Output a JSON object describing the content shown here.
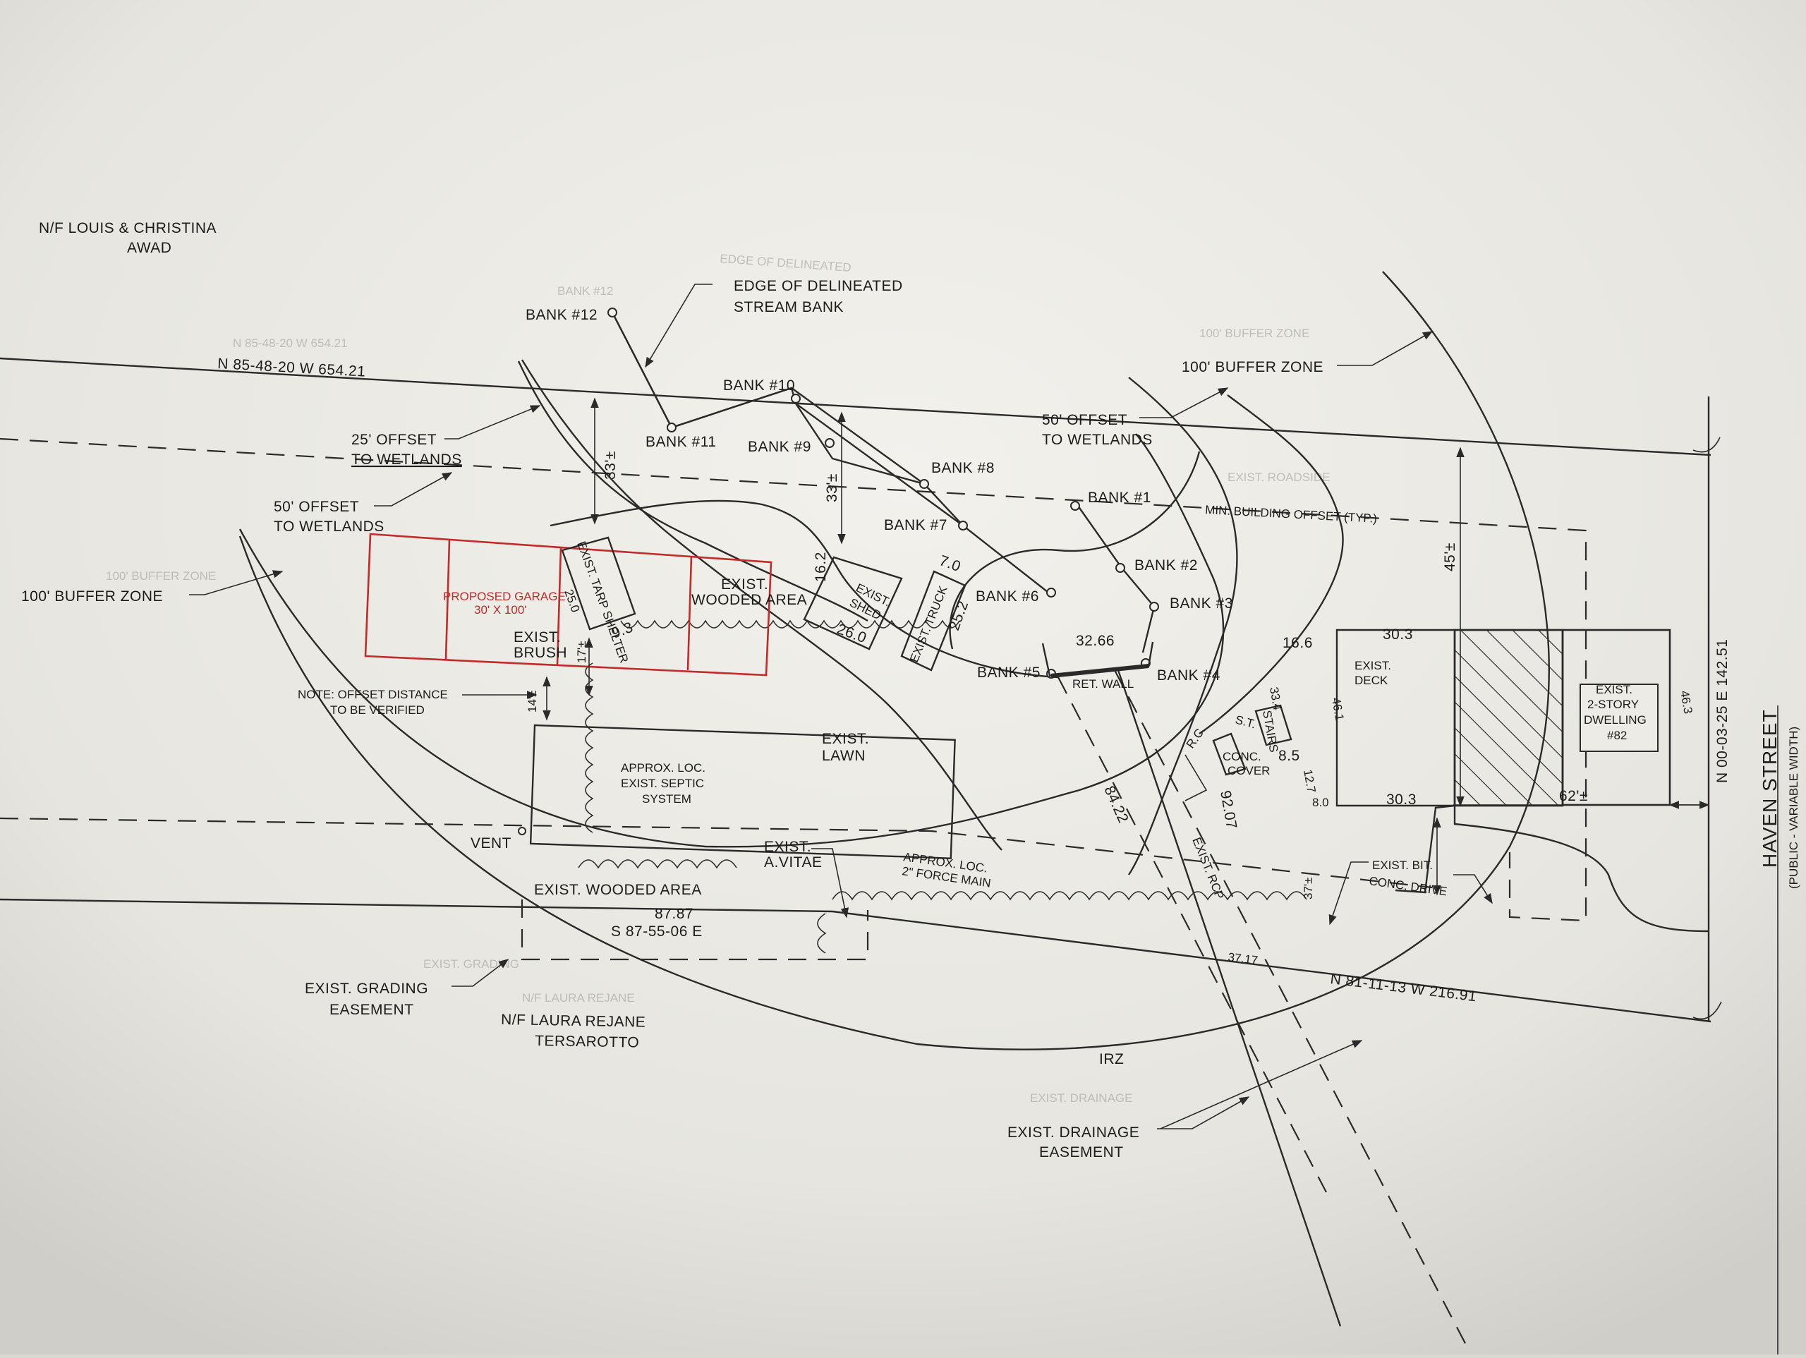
{
  "owners": {
    "north_line1": "N/F LOUIS & CHRISTINA",
    "north_line2": "AWAD",
    "south_line1": "N/F LAURA REJANE",
    "south_line2": "TERSAROTTO"
  },
  "bearings": {
    "north": "N 85-48-20 W   654.21",
    "east": "N 00-03-25 E   142.51",
    "south_lot": "S 87-55-06 E",
    "south_lot_dist": "87.87",
    "south_east": "N 81-11-13 W     216.91",
    "south_east_dist": "37.17"
  },
  "street": {
    "name": "HAVEN STREET",
    "note": "(PUBLIC - VARIABLE WIDTH)"
  },
  "labels": {
    "edge_line1": "EDGE OF DELINEATED",
    "edge_line2": "STREAM BANK",
    "buffer_east": "100' BUFFER ZONE",
    "buffer_west": "100' BUFFER ZONE",
    "offset50_east_1": "50' OFFSET",
    "offset50_east_2": "TO WETLANDS",
    "offset25_1": "25' OFFSET",
    "offset25_2": "TO WETLANDS",
    "offset50_west_1": "50' OFFSET",
    "offset50_west_2": "TO WETLANDS",
    "min_offset": "MIN. BUILDING OFFSET (TYP.)",
    "garage_1": "PROPOSED GARAGE",
    "garage_2": "30' X 100'",
    "tarp": "EXIST. TARP SHELTER",
    "wooded_1": "EXIST.",
    "wooded_2": "WOODED AREA",
    "shed_1": "EXIST.",
    "shed_2": "SHED",
    "truck": "EXIST. TRUCK",
    "brush_1": "EXIST.",
    "brush_2": "BRUSH",
    "note_1": "NOTE: OFFSET DISTANCE",
    "note_2": "TO BE VERIFIED",
    "lawn_1": "EXIST.",
    "lawn_2": "LAWN",
    "septic_1": "APPROX. LOC.",
    "septic_2": "EXIST. SEPTIC",
    "septic_3": "SYSTEM",
    "vent": "VENT",
    "wooded_south": "EXIST. WOODED AREA",
    "vitae_1": "EXIST.",
    "vitae_2": "A.VITAE",
    "force_1": "APPROX. LOC.",
    "force_2": "2\" FORCE MAIN",
    "grading_1": "EXIST. GRADING",
    "grading_2": "EASEMENT",
    "drainage_1": "EXIST. DRAINAGE",
    "drainage_2": "EASEMENT",
    "irz": "IRZ",
    "ret_wall": "RET. WALL",
    "deck_1": "EXIST.",
    "deck_2": "DECK",
    "stairs": "STAIRS",
    "st": "S.T.",
    "conc_1": "CONC.",
    "conc_2": "COVER",
    "rcp": "EXIST. RCP",
    "dwelling_1": "EXIST.",
    "dwelling_2": "2-STORY",
    "dwelling_3": "DWELLING",
    "dwelling_4": "#82",
    "drive_1": "EXIST. BIT.",
    "drive_2": "CONC. DRIVE",
    "rc": "R.C."
  },
  "banks": {
    "b1": "BANK #1",
    "b2": "BANK #2",
    "b3": "BANK #3",
    "b4": "BANK #4",
    "b5": "BANK #5",
    "b6": "BANK #6",
    "b7": "BANK #7",
    "b8": "BANK #8",
    "b9": "BANK #9",
    "b10": "BANK #10",
    "b11": "BANK #11",
    "b12": "BANK #12"
  },
  "dims": {
    "d33a": "33'±",
    "d33b": "33'±",
    "d45": "45'±",
    "d62": "62'±",
    "d16_2": "16.2",
    "d26_0": "26.0",
    "d7_0": "7.0",
    "d25_2": "25.2",
    "d25_0": "25.0",
    "d9_3": "9.3",
    "d17": "17'±",
    "d14": "14'±",
    "d32_66": "32.66",
    "d16_6": "16.6",
    "d33_4": "33.4",
    "d46_1": "46.1",
    "d46_3": "46.3",
    "d30_3a": "30.3",
    "d30_3b": "30.3",
    "d8_5": "8.5",
    "d12_7": "12.7",
    "d8_0": "8.0",
    "d84_22": "84.22",
    "d92_07": "92.07",
    "d37": "37'±"
  }
}
